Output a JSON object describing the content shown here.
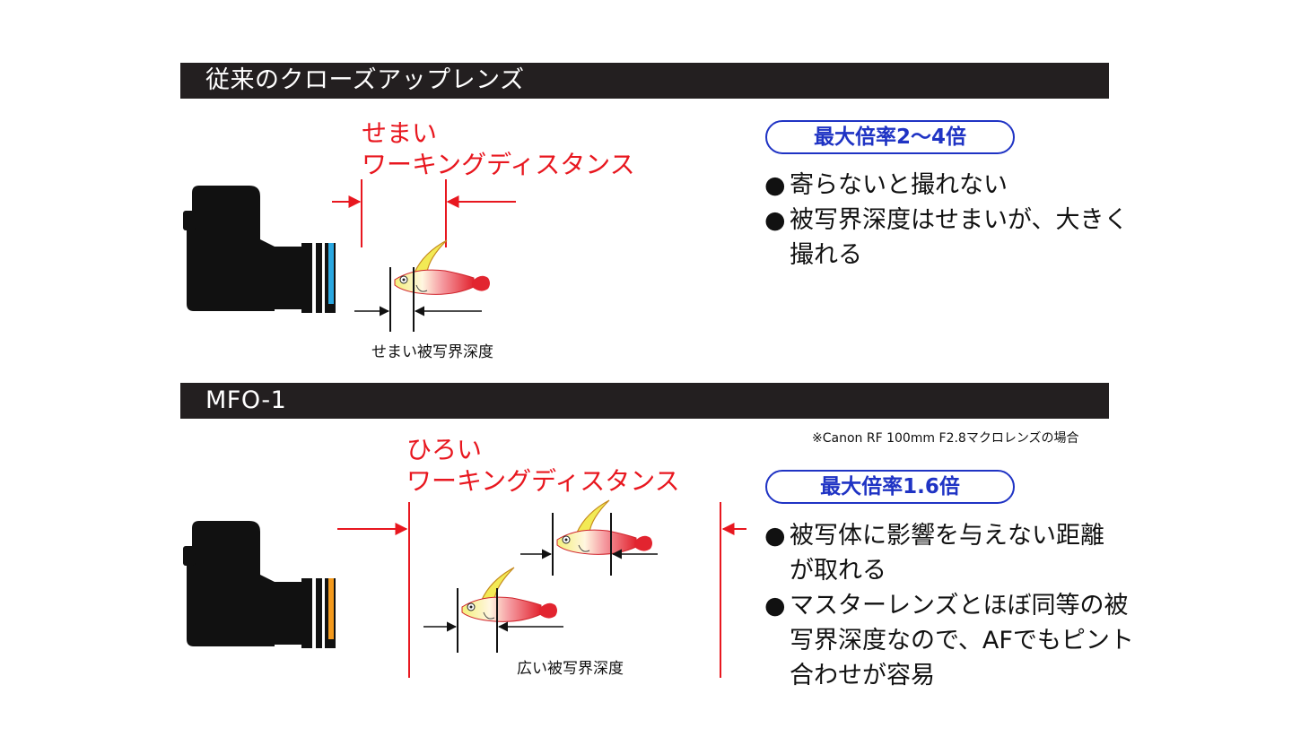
{
  "sections": [
    {
      "heading": "従来のクローズアップレンズ",
      "distance_label": [
        "せまい",
        "ワーキングディスタンス"
      ],
      "depth_label": "せまい被写界深度",
      "magnification": "最大倍率2〜4倍",
      "bullets": [
        {
          "marker": "●",
          "text": "寄らないと撮れない"
        },
        {
          "marker": "●",
          "text": "被写界深度はせまいが、大きく\n撮れる"
        }
      ],
      "lens_band_color": "#2aa7e0"
    },
    {
      "heading": "MFO-1",
      "note": "※Canon RF 100mm F2.8マクロレンズの場合",
      "distance_label": [
        "ひろい",
        "ワーキングディスタンス"
      ],
      "depth_label": "広い被写界深度",
      "magnification": "最大倍率1.6倍",
      "bullets": [
        {
          "marker": "●",
          "text": "被写体に影響を与えない距離\nが取れる"
        },
        {
          "marker": "●",
          "text": "マスターレンズとほぼ同等の被\n写界深度なので、AFでもピント\n合わせが容易"
        }
      ],
      "lens_band_color": "#f39a1e"
    }
  ],
  "colors": {
    "header_bar": "#231f20",
    "red_annotation": "#e8171f",
    "badge_blue": "#1f33c4"
  },
  "icons": [
    "camera-icon",
    "fish-icon"
  ]
}
